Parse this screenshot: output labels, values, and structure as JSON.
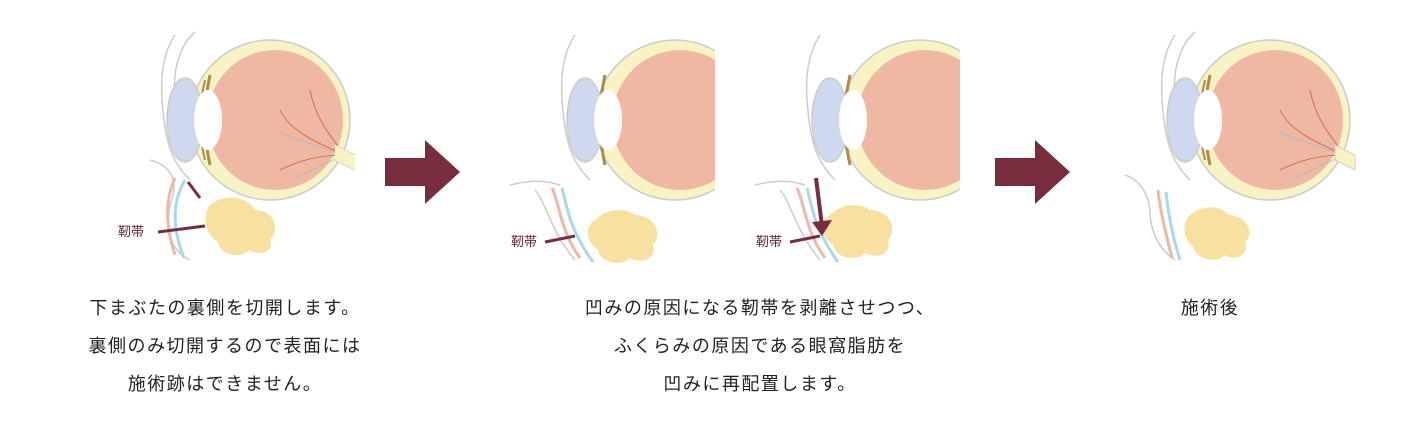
{
  "ligament_label": "靭帯",
  "colors": {
    "arrow": "#772d3e",
    "sclera": "#f8f3c4",
    "retina": "#efb8a3",
    "fat": "#f8e1a0",
    "line": "#cccccc"
  },
  "captions": [
    {
      "lines": [
        "下まぶたの裏側を切開します。",
        "裏側のみ切開するので表面には",
        "施術跡はできません。"
      ]
    },
    {
      "lines": [
        "凹みの原因になる靭帯を剥離させつつ、",
        "ふくらみの原因である眼窩脂肪を",
        "凹みに再配置します。"
      ]
    },
    {
      "lines": [
        "施術後"
      ]
    }
  ]
}
